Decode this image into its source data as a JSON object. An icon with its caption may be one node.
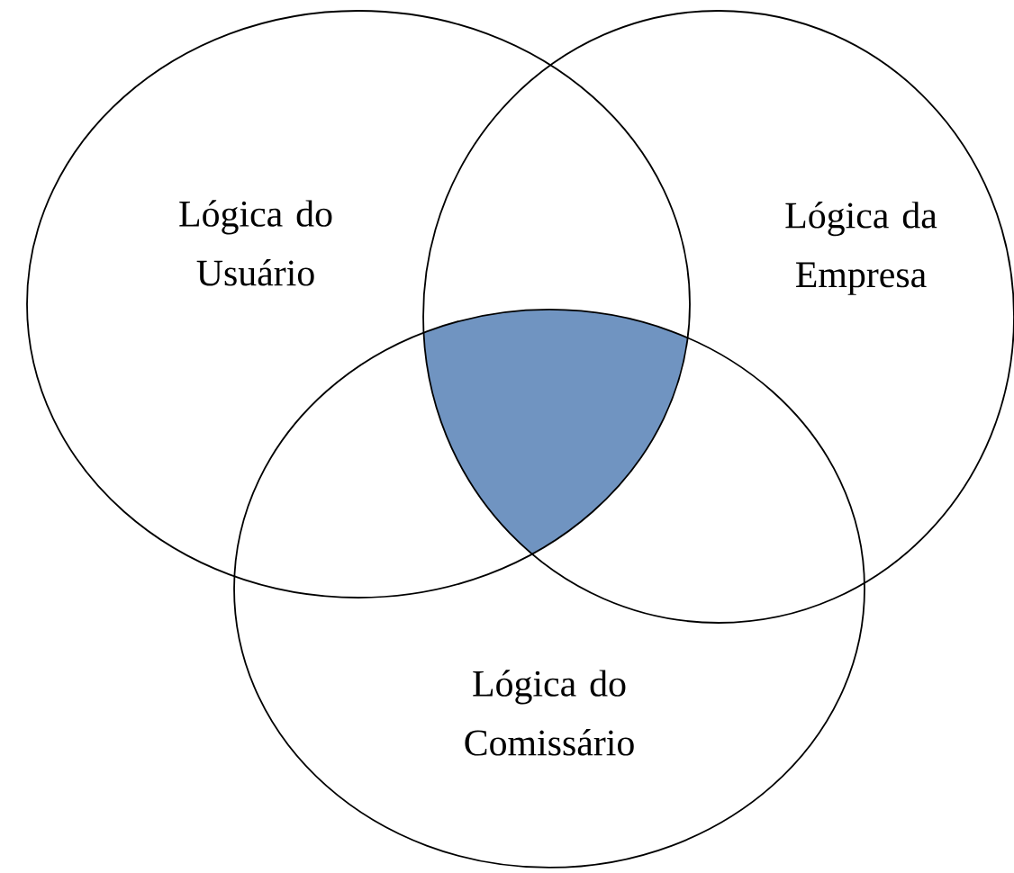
{
  "diagram": {
    "nodes": [
      {
        "text": [
          "Lógica do Usuário"
        ]
      },
      {
        "text": [
          "Lógica da Empresa"
        ]
      },
      {
        "text": [
          "Lógica do Comissário"
        ]
      },
      {
        "text": [],
        "shape": "triangle"
      }
    ]
  }
}
